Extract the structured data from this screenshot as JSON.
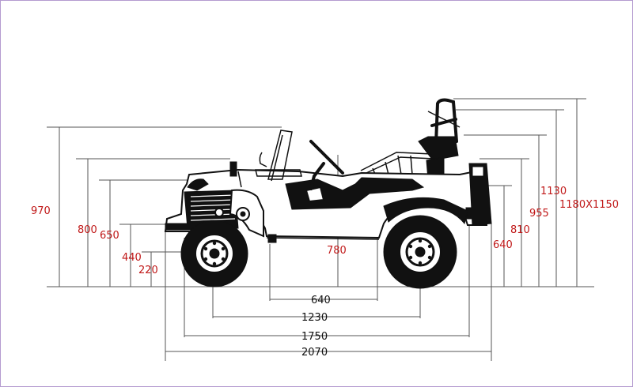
{
  "diagram": {
    "heights_left": [
      "970",
      "800",
      "650",
      "440",
      "220"
    ],
    "height_center": "780",
    "heights_right": [
      "640",
      "810",
      "955",
      "1130",
      "1180X1150"
    ],
    "lengths": [
      "640",
      "1230",
      "1750",
      "2070"
    ]
  },
  "colors": {
    "frame": "#b49bd0",
    "dimension_text": "#c01818",
    "length_text": "#111111",
    "lines": "#555555"
  }
}
